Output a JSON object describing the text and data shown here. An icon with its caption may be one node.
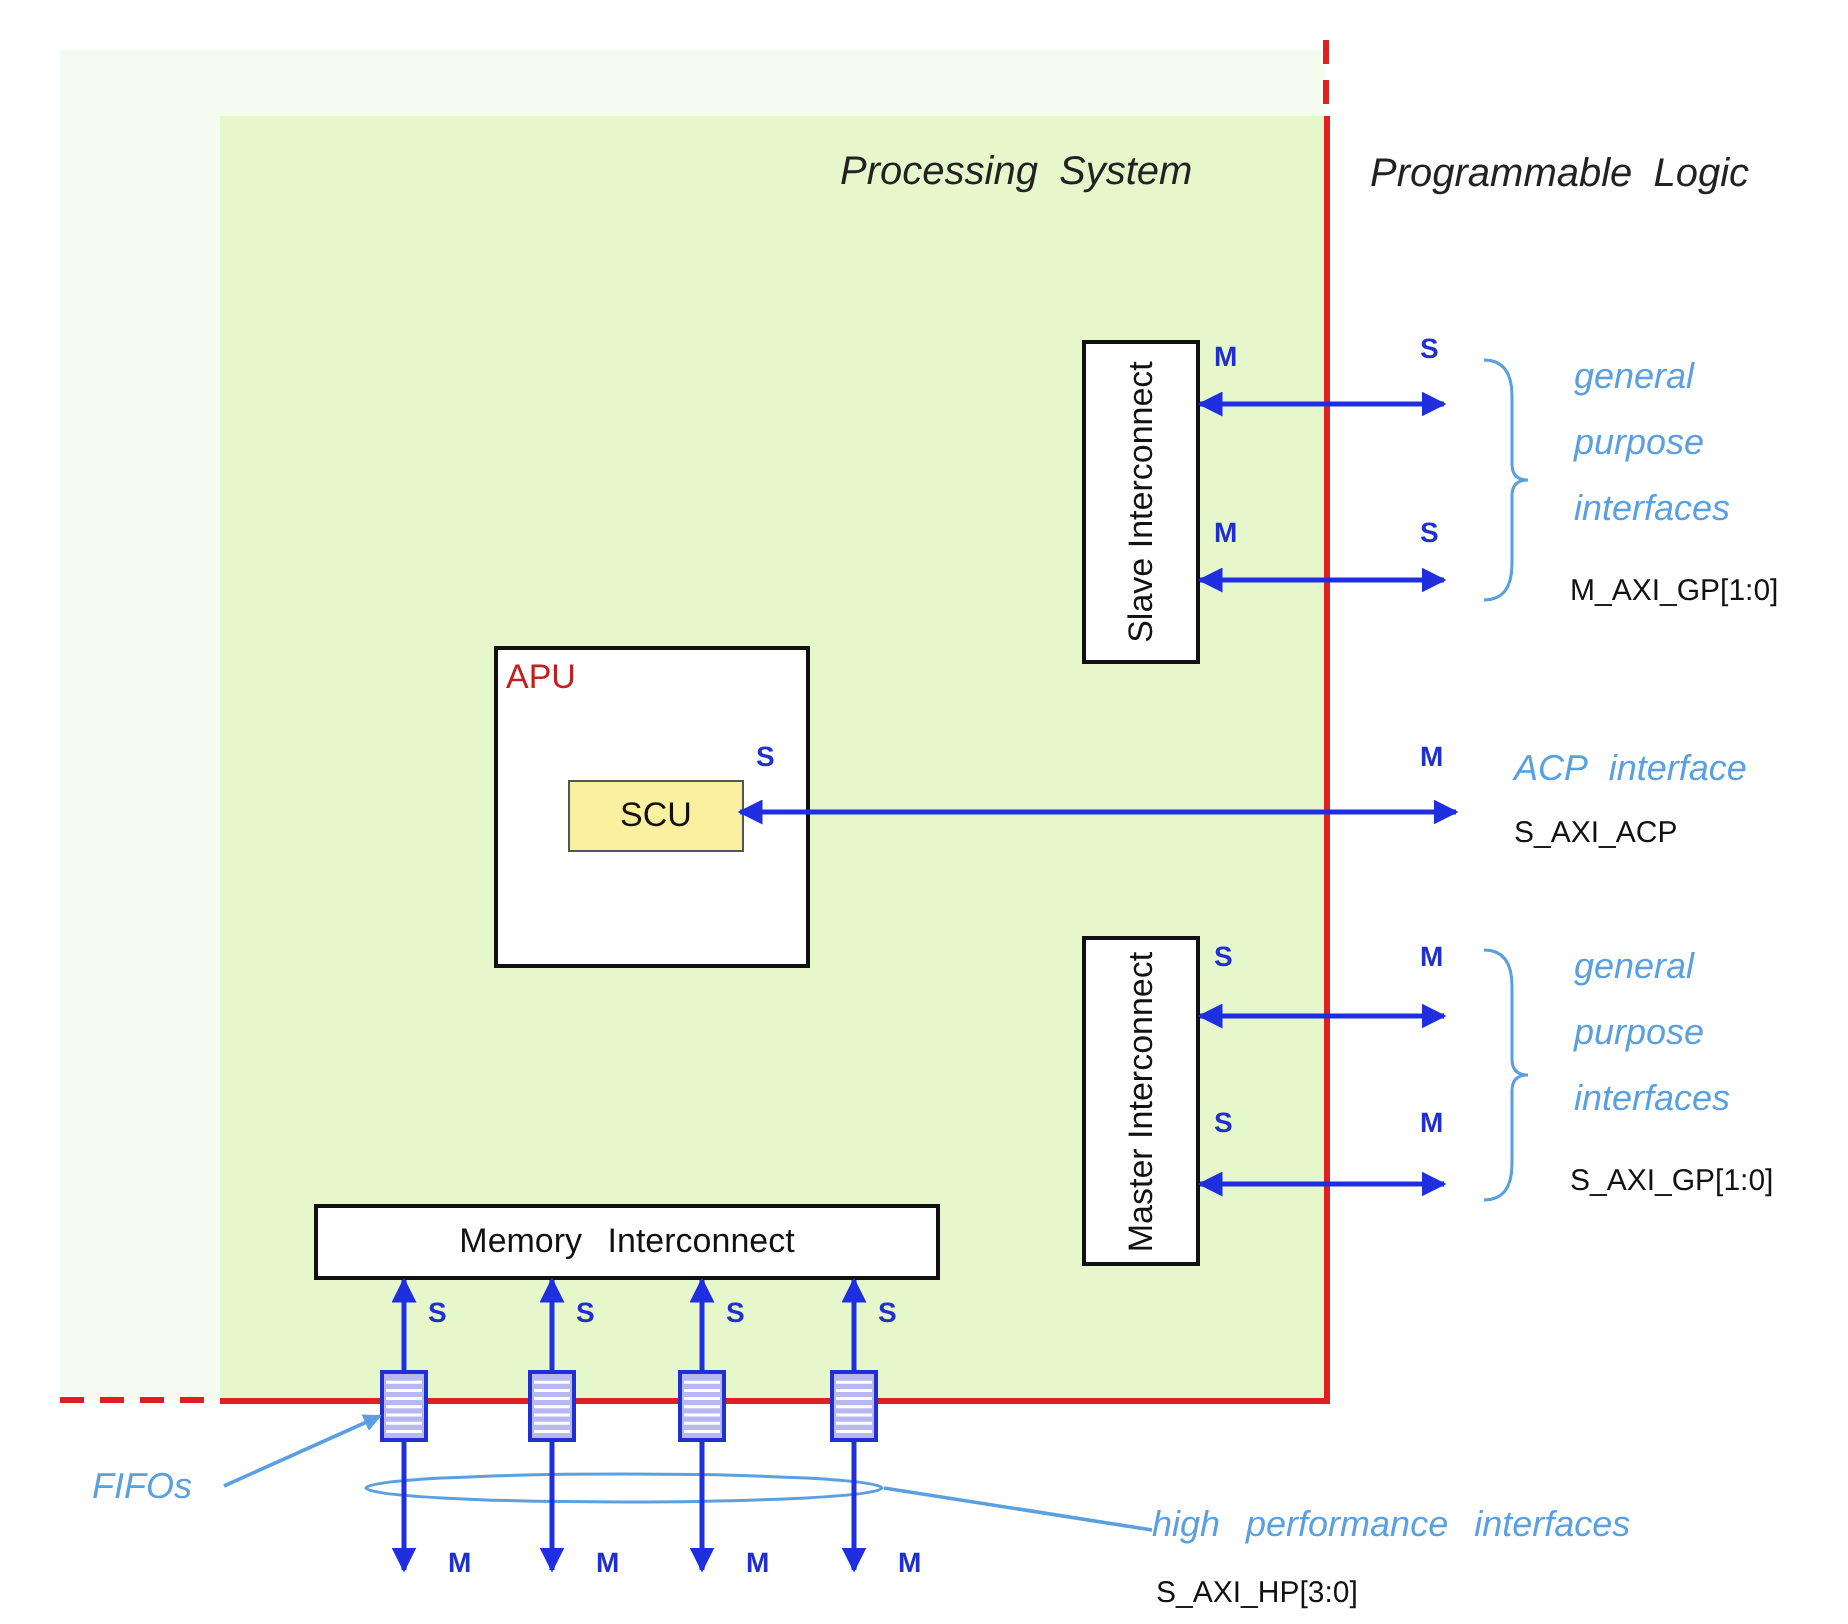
{
  "diagram": {
    "nodes": [
      {
        "text": [
          "Processing System"
        ]
      },
      {
        "text": [
          "Slave Interconnect"
        ],
        "in": 0
      },
      {
        "text": [
          "APU"
        ],
        "in": 0
      },
      {
        "text": [
          "SCU"
        ],
        "in": 2
      },
      {
        "text": [
          "Master Interconnect"
        ],
        "in": 0
      },
      {
        "text": [
          "Memory Interconnect"
        ],
        "in": 0
      },
      {
        "text": [],
        "shape": "box"
      },
      {
        "text": [],
        "shape": "box"
      },
      {
        "text": [],
        "shape": "box"
      },
      {
        "text": [],
        "shape": "box"
      },
      {
        "text": [
          "FIFOs"
        ]
      },
      {
        "text": [],
        "shape": "ellipse"
      },
      {
        "text": [
          "high performance interfaces"
        ]
      }
    ],
    "edges": [
      {
        "from": 1,
        "to": null,
        "arrow": "both"
      },
      {
        "from": 1,
        "to": null,
        "arrow": "both"
      },
      {
        "from": 3,
        "to": null,
        "arrow": "both"
      },
      {
        "from": 4,
        "to": null,
        "arrow": "both"
      },
      {
        "from": 4,
        "to": null,
        "arrow": "both"
      },
      {
        "from": 6,
        "to": 5,
        "arrow": "to"
      },
      {
        "from": 7,
        "to": 5,
        "arrow": "to"
      },
      {
        "from": 8,
        "to": 5,
        "arrow": "to"
      },
      {
        "from": 9,
        "to": 5,
        "arrow": "to"
      },
      {
        "from": 6,
        "to": null,
        "arrow": "to"
      },
      {
        "from": 7,
        "to": null,
        "arrow": "to"
      },
      {
        "from": 8,
        "to": null,
        "arrow": "to"
      },
      {
        "from": 9,
        "to": null,
        "arrow": "to"
      },
      {
        "from": 10,
        "to": 6,
        "arrow": "to",
        "color": "#5aa0e0"
      },
      {
        "from": 12,
        "to": 11,
        "arrow": "none",
        "color": "#5aa0e0"
      }
    ],
    "labels": [
      "Programmable Logic",
      "M",
      "S",
      "M",
      "S",
      "S",
      "M",
      "S",
      "M",
      "S",
      "M",
      "S",
      "S",
      "S",
      "S",
      "M",
      "M",
      "M",
      "M",
      "general purpose interfaces",
      "M_AXI_GP[1:0]",
      "ACP interface",
      "S_AXI_ACP",
      "general purpose interfaces",
      "S_AXI_GP[1:0]",
      "S_AXI_HP[3:0]"
    ]
  }
}
